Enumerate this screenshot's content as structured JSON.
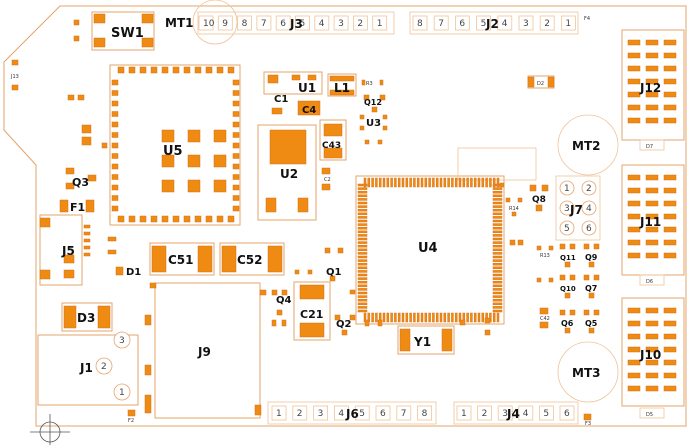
{
  "board": {
    "outline_color": "#e6a46a",
    "pad_color": "#ef8a12",
    "label_color": "#111111"
  },
  "labels": {
    "sw1": "SW1",
    "mt1": "MT1",
    "j3": "J3",
    "j2": "J2",
    "j12": "J12",
    "d2": "D2",
    "j13": "J13",
    "u5": "U5",
    "u1": "U1",
    "l1": "L1",
    "c1": "C1",
    "c4": "C4",
    "q12": "Q12",
    "u3": "U3",
    "c43": "C43",
    "u2": "U2",
    "c2": "C2",
    "q3": "Q3",
    "f1": "F1",
    "j5": "J5",
    "d1": "D1",
    "c51": "C51",
    "c52": "C52",
    "q1": "Q1",
    "q4": "Q4",
    "c21": "C21",
    "q2": "Q2",
    "u4": "U4",
    "y1": "Y1",
    "d3": "D3",
    "j9": "J9",
    "j1": "J1",
    "j6": "J6",
    "j4": "J4",
    "mt2": "MT2",
    "mt3": "MT3",
    "j7": "J7",
    "j11": "J11",
    "j10": "J10",
    "q8": "Q8",
    "r14": "R14",
    "q11": "Q11",
    "q9": "Q9",
    "q10": "Q10",
    "q7": "Q7",
    "q6": "Q6",
    "q5": "Q5",
    "c42": "C42",
    "d7": "D7",
    "d6": "D6",
    "d5": "D5",
    "f2": "F2",
    "f3": "F3",
    "f4": "F4",
    "r3": "R3",
    "r13": "R13"
  },
  "headers": {
    "j3_pins": [
      "10",
      "9",
      "8",
      "7",
      "6",
      "5",
      "4",
      "3",
      "2",
      "1"
    ],
    "j2_pins": [
      "8",
      "7",
      "6",
      "5",
      "4",
      "3",
      "2",
      "1"
    ],
    "j6_pins": [
      "1",
      "2",
      "3",
      "4",
      "5",
      "6",
      "7",
      "8"
    ],
    "j4_pins": [
      "1",
      "2",
      "3",
      "4",
      "5",
      "6"
    ],
    "j7_pins": [
      "1",
      "2",
      "3",
      "4",
      "5",
      "6"
    ],
    "j1_pins": [
      "1",
      "2",
      "3"
    ]
  }
}
